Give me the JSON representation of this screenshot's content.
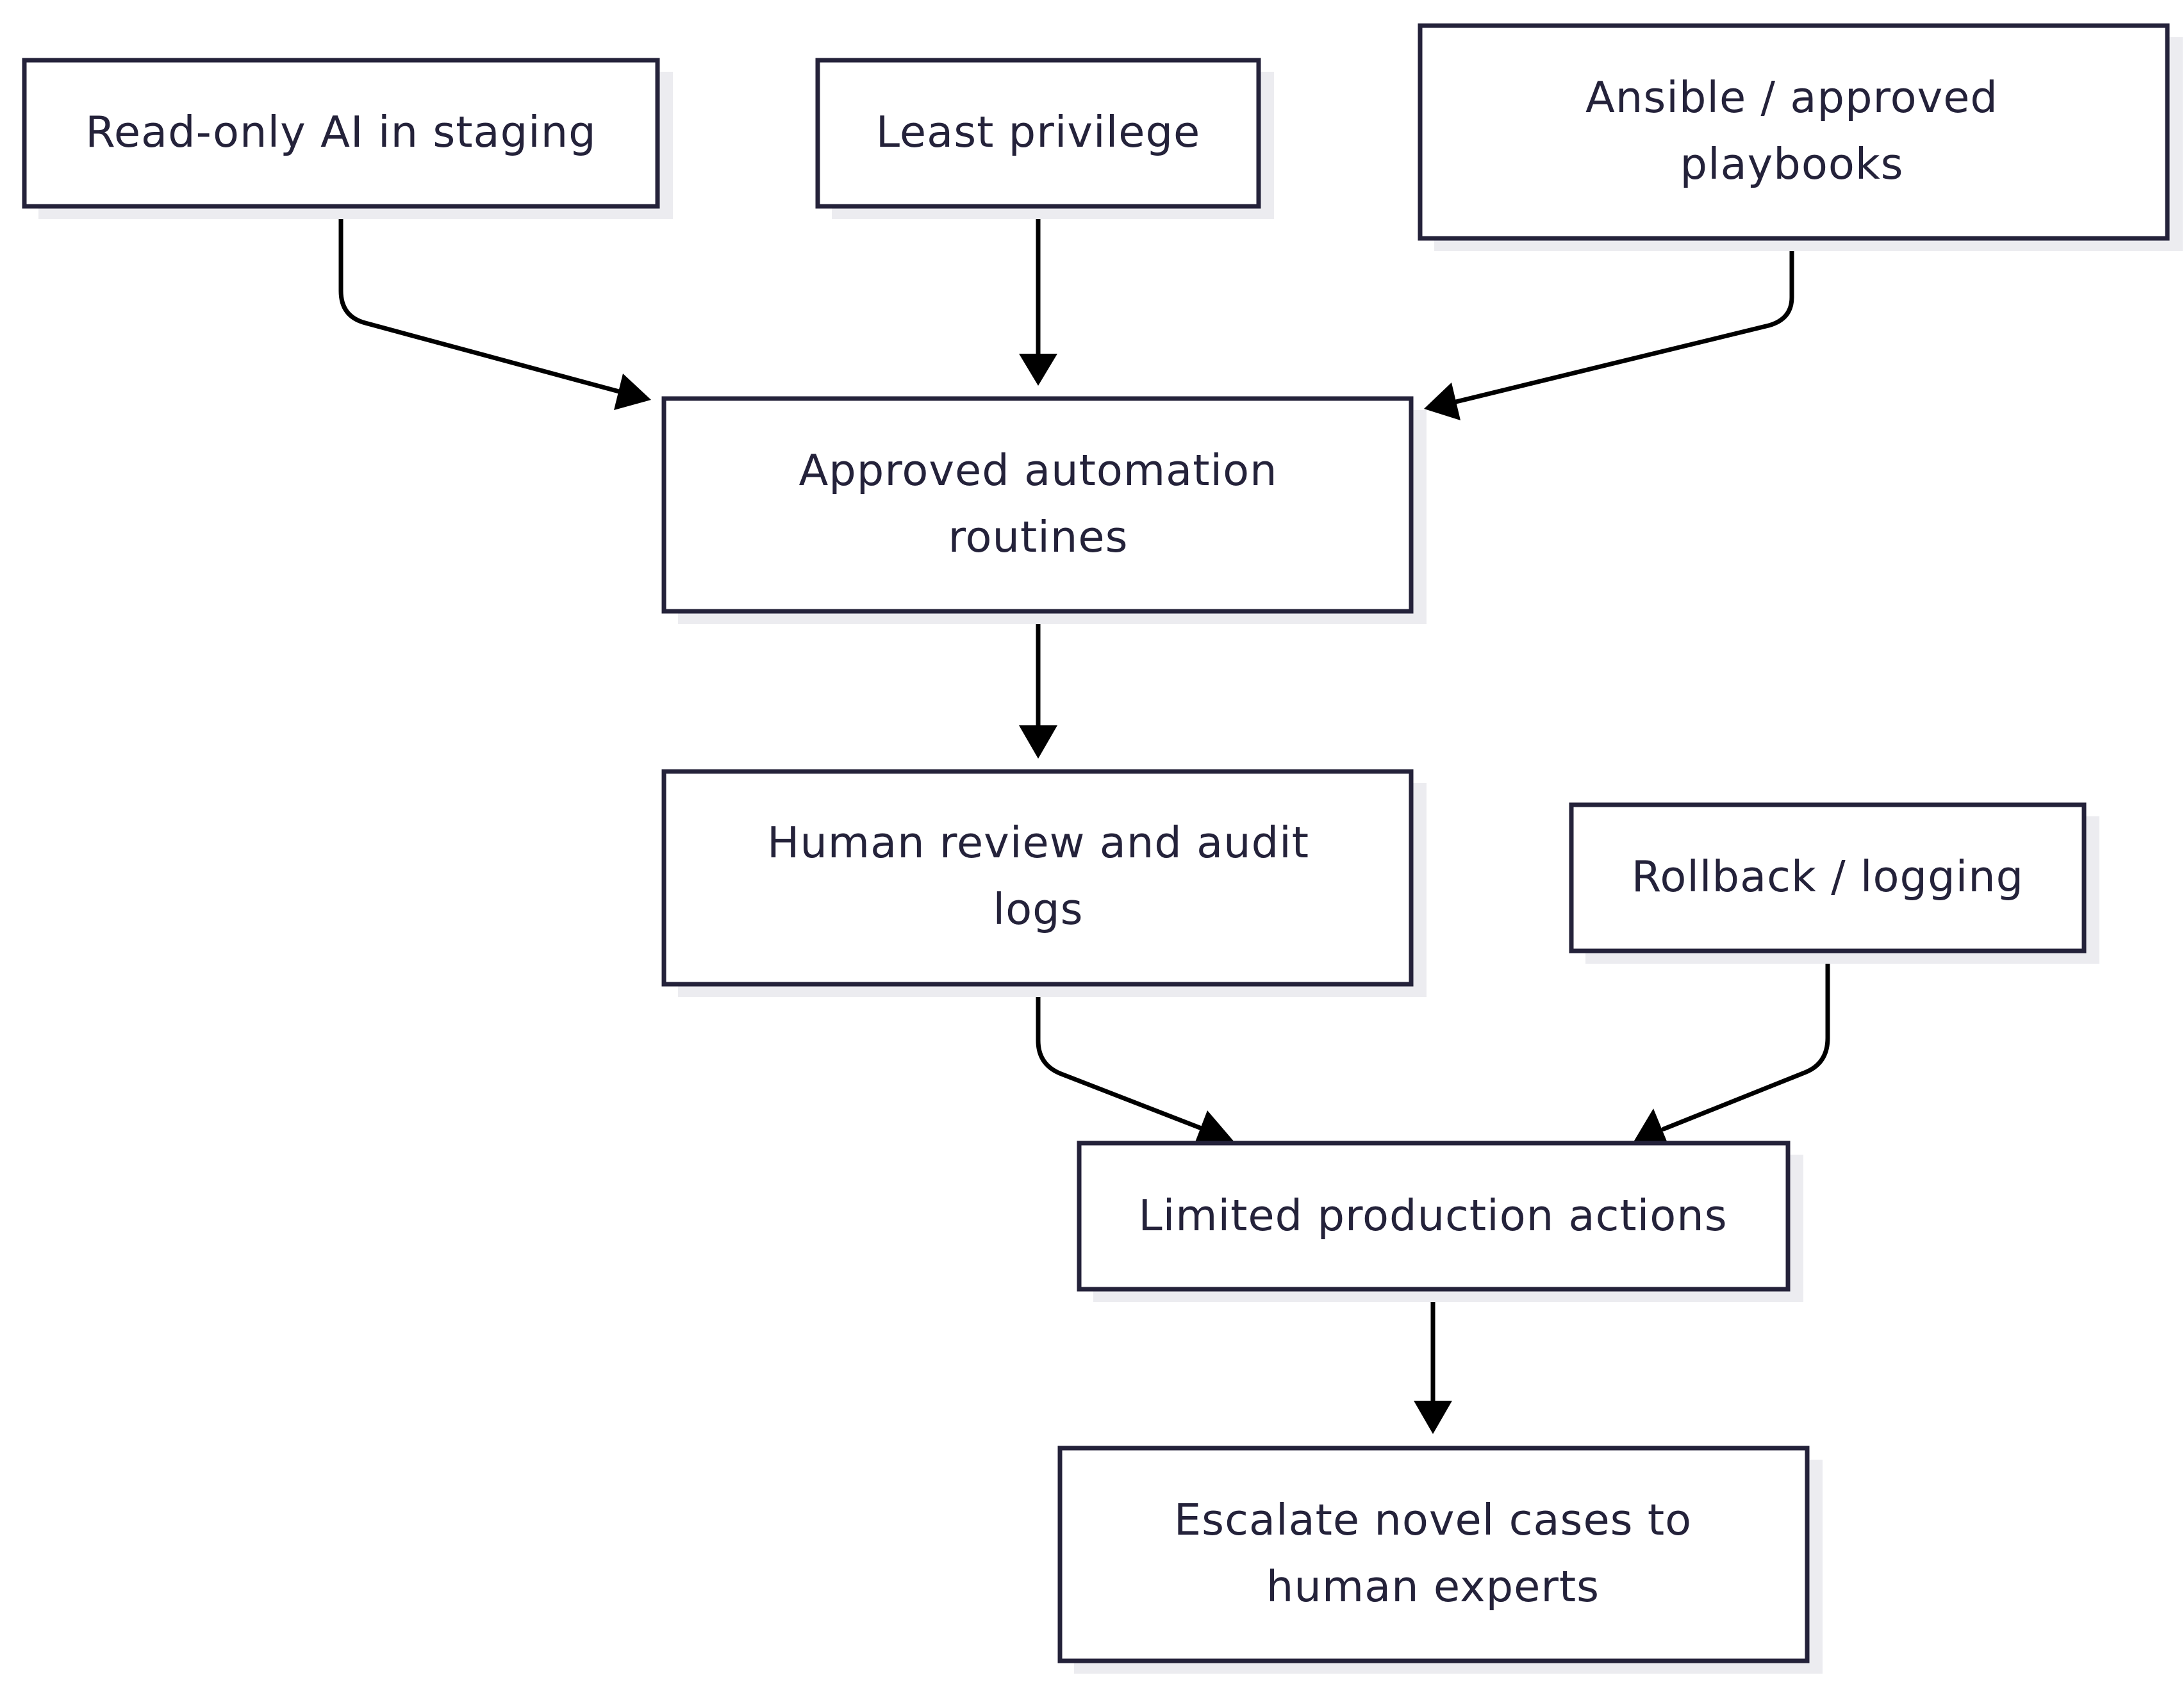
{
  "diagram": {
    "nodes": {
      "read_only_ai": {
        "lines": [
          "Read-only AI in staging"
        ]
      },
      "least_privilege": {
        "lines": [
          "Least privilege"
        ]
      },
      "ansible": {
        "lines": [
          "Ansible / approved",
          "playbooks"
        ]
      },
      "approved_automation": {
        "lines": [
          "Approved automation",
          "routines"
        ]
      },
      "human_review": {
        "lines": [
          "Human review and audit",
          "logs"
        ]
      },
      "rollback": {
        "lines": [
          "Rollback / logging"
        ]
      },
      "limited_production": {
        "lines": [
          "Limited production actions"
        ]
      },
      "escalate": {
        "lines": [
          "Escalate novel cases to",
          "human experts"
        ]
      }
    },
    "edges": [
      {
        "from": "read_only_ai",
        "to": "approved_automation"
      },
      {
        "from": "least_privilege",
        "to": "approved_automation"
      },
      {
        "from": "ansible",
        "to": "approved_automation"
      },
      {
        "from": "approved_automation",
        "to": "human_review"
      },
      {
        "from": "human_review",
        "to": "limited_production"
      },
      {
        "from": "rollback",
        "to": "limited_production"
      },
      {
        "from": "limited_production",
        "to": "escalate"
      }
    ],
    "colors": {
      "node_border": "#24223a",
      "node_text": "#24223a",
      "node_fill": "#ffffff",
      "node_shadow": "#ececf0",
      "edge": "#000000"
    }
  }
}
